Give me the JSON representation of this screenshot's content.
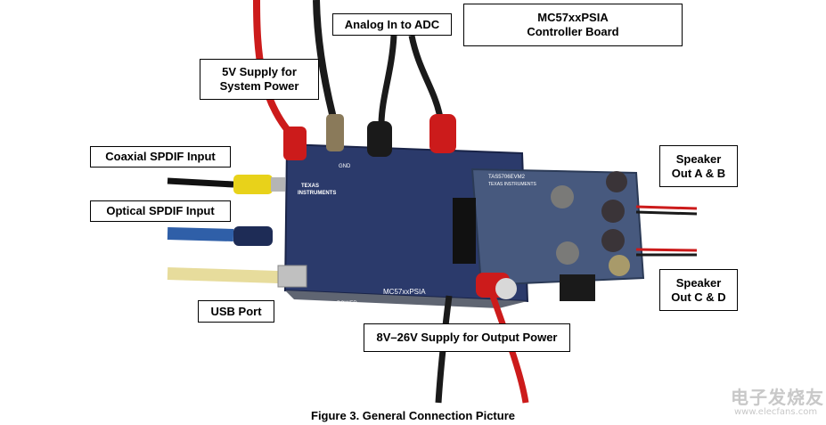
{
  "callouts": {
    "analog_in": "Analog In to ADC",
    "controller_line1": "MC57xxPSIA",
    "controller_line2": "Controller Board",
    "supply_5v_line1": "5V Supply for",
    "supply_5v_line2": "System Power",
    "coaxial": "Coaxial SPDIF Input",
    "optical": "Optical SPDIF Input",
    "usb": "USB Port",
    "speaker_ab_line1": "Speaker",
    "speaker_ab_line2": "Out A & B",
    "speaker_cd_line1": "Speaker",
    "speaker_cd_line2": "Out C & D",
    "supply_8v": "8V–26V Supply for Output Power"
  },
  "caption": "Figure 3. General Connection Picture",
  "board": {
    "vendor_line1": "TEXAS",
    "vendor_line2": "INSTRUMENTS",
    "main_label": "MC57xxPSIA",
    "power_label": "POWER",
    "gnd_label": "GND",
    "daughter_label": "TAS5706EVM2",
    "daughter_vendor": "TEXAS INSTRUMENTS"
  },
  "watermark": {
    "text": "电子发烧友",
    "url": "www.elecfans.com"
  },
  "colors": {
    "board": "#2b3a6b",
    "daughter_board": "#47597e",
    "red_lead": "#cc1b1b",
    "black_lead": "#1a1a1a",
    "coax_plug": "#e8d21a",
    "optical_cable": "#2f5fa8",
    "usb_cable": "#e7dc9c",
    "callout_border": "#000000"
  }
}
